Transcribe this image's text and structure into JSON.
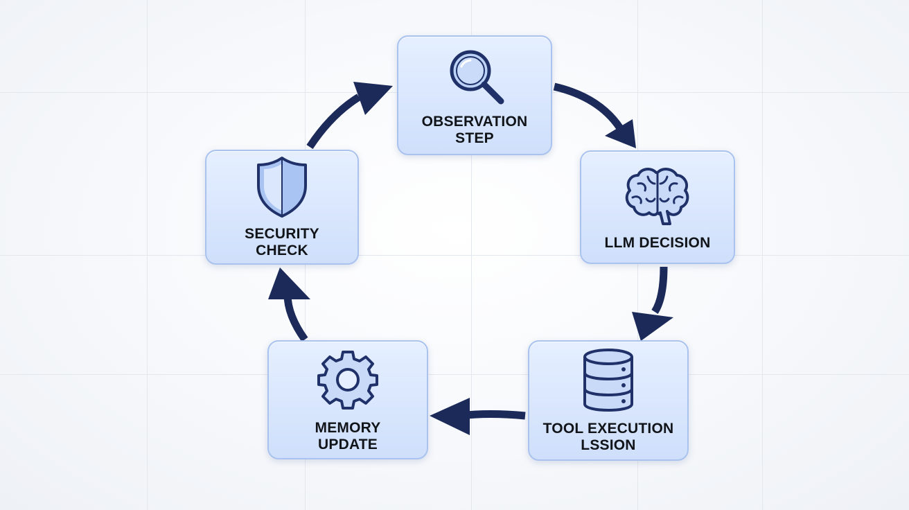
{
  "diagram": {
    "nodes": [
      {
        "id": "observation",
        "icon": "magnifier-icon",
        "lines": [
          "OBSERVATION",
          "STEP"
        ]
      },
      {
        "id": "llm",
        "icon": "brain-icon",
        "lines": [
          "LLM DECISION"
        ]
      },
      {
        "id": "tool",
        "icon": "database-icon",
        "lines": [
          "TOOL EXECUTION",
          "LSSION"
        ]
      },
      {
        "id": "memory",
        "icon": "gear-icon",
        "lines": [
          "MEMORY",
          "UPDATE"
        ]
      },
      {
        "id": "security",
        "icon": "shield-icon",
        "lines": [
          "SECURITY",
          "CHECK"
        ]
      }
    ],
    "edges": [
      {
        "from": "observation",
        "to": "llm"
      },
      {
        "from": "llm",
        "to": "tool"
      },
      {
        "from": "tool",
        "to": "memory"
      },
      {
        "from": "memory",
        "to": "security"
      },
      {
        "from": "security",
        "to": "observation"
      }
    ],
    "colors": {
      "arrow": "#1c2a5a",
      "icon_stroke": "#1f3168",
      "node_fill": "#d9e6fd",
      "node_border": "#a9c2ee",
      "icon_fill": "#a9c4f2"
    }
  }
}
